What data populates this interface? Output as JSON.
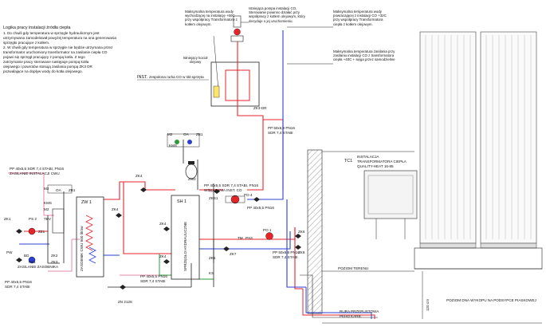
{
  "notes": {
    "logic_title": "Logika pracy instalacji źródła ciepła",
    "logic_lines": [
      "1. Do chwili gdy temperatura w sprzęgle hydraulicznym jest",
      "utrzymywana zamodelował powyżej temperatura na ona generowania",
      "sprzęgło pracujące z kotłem.",
      "2. W chwili gdy temperatura w sprzęgle nie będzie utrzymana przez",
      "transformator uruchomiony transformator na zasilanie ciepła CO",
      "pojawi się sprzęgł pracujący z pompą kotła. Z tego",
      "zatrzymanie pracy sterowane następuje pompą kotła",
      "olejowego i powrotów stosują zasilania pompą ZK3 DR",
      "pozwalające na dopływ wody do kotła olejowego."
    ],
    "callout_pump": "Maksymalna temperatura wody wychodzącej na instalację +60C przy współpracy Transformatora z kotłem olejowym.",
    "callout_co": "Maksymalna temperatura wody powracającej z instalacji CO +32C przy współpracy Transformatora ciepła z kotłem olejowym.",
    "callout_supply": "Maksymalna temperatura zasilania przy zasilaniu instalacji CO z transformatora ciepła +40C + sięga przez samodzielnie",
    "pump_label": "Istniejąca pompa instalacji CO, Sterowanie powinno działać przy współpracy z kotłem olejowym, który decyduje o jej uruchomieniu.",
    "boiler_label": "Istniejący kocioł olejowy",
    "inst_label": "INST.",
    "inst_desc": "zespolona rurka CO w skł.sprzęta"
  },
  "labels": {
    "zk3dr": "ZK3-DR",
    "pipe_top": "PP 50x6,9 PN16",
    "pipe_top2": "SDR 7,4 STABI",
    "zw1": "ZW 1",
    "sh1": "SH 1",
    "m2a": "M2",
    "oa": "OA",
    "zb1": "ZB1",
    "kms": "KMS",
    "zk4a": "ZK4",
    "zk4b": "ZK4",
    "zk4c": "ZK4",
    "zk4d": "ZK4",
    "zk1": "ZK1",
    "zks1": "ZKS1",
    "po4": "PO 4",
    "tm": "TM",
    "ps3": "PS3",
    "po1": "PO 1",
    "zk6": "ZK6",
    "zk8": "ZK8",
    "zk7": "ZK7",
    "zw2": "ZW2",
    "pw": "PW",
    "bd": "BD",
    "ps2": "PS 2",
    "tbv": "TBV",
    "zz1": "ZZ1",
    "ps1": "PS1",
    "zk2": "ZK2",
    "zk3": "ZK3",
    "zk5": "ZK5",
    "ks": "KS",
    "zn": "ZN 2128",
    "tc1": "TC1",
    "tc1_desc1": "INSTALACJA",
    "tc1_desc2": "TRANSFORMATORA CIEPŁA",
    "tc1_desc3": "QUALITY-HEAT 16-85",
    "ground": "POZIOM TERENU",
    "dim": "120 cm",
    "bottom_level": "POZIOM DNA WYKOPU NA PODSYPCE PIASKOWEJ",
    "pipe_mid": "PP 40x5,5 SDR 7,4 STABI, PN16",
    "pipe_mid2": "WSKAZANIA INST. CO",
    "pipe_left": "PP 40x5,5 SDR 7,4 STABI, PN16",
    "pipe_left2": "ZASILANIE INSTALACJI CWU",
    "pipe_zw": "ZASILANIE ZASOBNIKA",
    "pipe_bottom": "PP 40x5,5 PN16",
    "pipe_bottom2": "SDR 7,4 STABI",
    "pipe_right": "PP 50x6,9 PN16",
    "pipe_right2": "SDR 7,4 STABI",
    "conduit": "RURA PRZEPUSTOWA",
    "conduit2": "PEHD KARB.",
    "pipe_pn16": "PP 40x5,5 PN16",
    "zw1_inner": "ZASOBNIK CWU 500 litrów",
    "sh1_inner": "SPRZĘGŁO HYDRAULICZNE"
  },
  "colors": {
    "supply": "#e8232a",
    "return": "#2b3fd6",
    "cwu": "#e48aa8",
    "glycol": "#2e9b3a"
  }
}
